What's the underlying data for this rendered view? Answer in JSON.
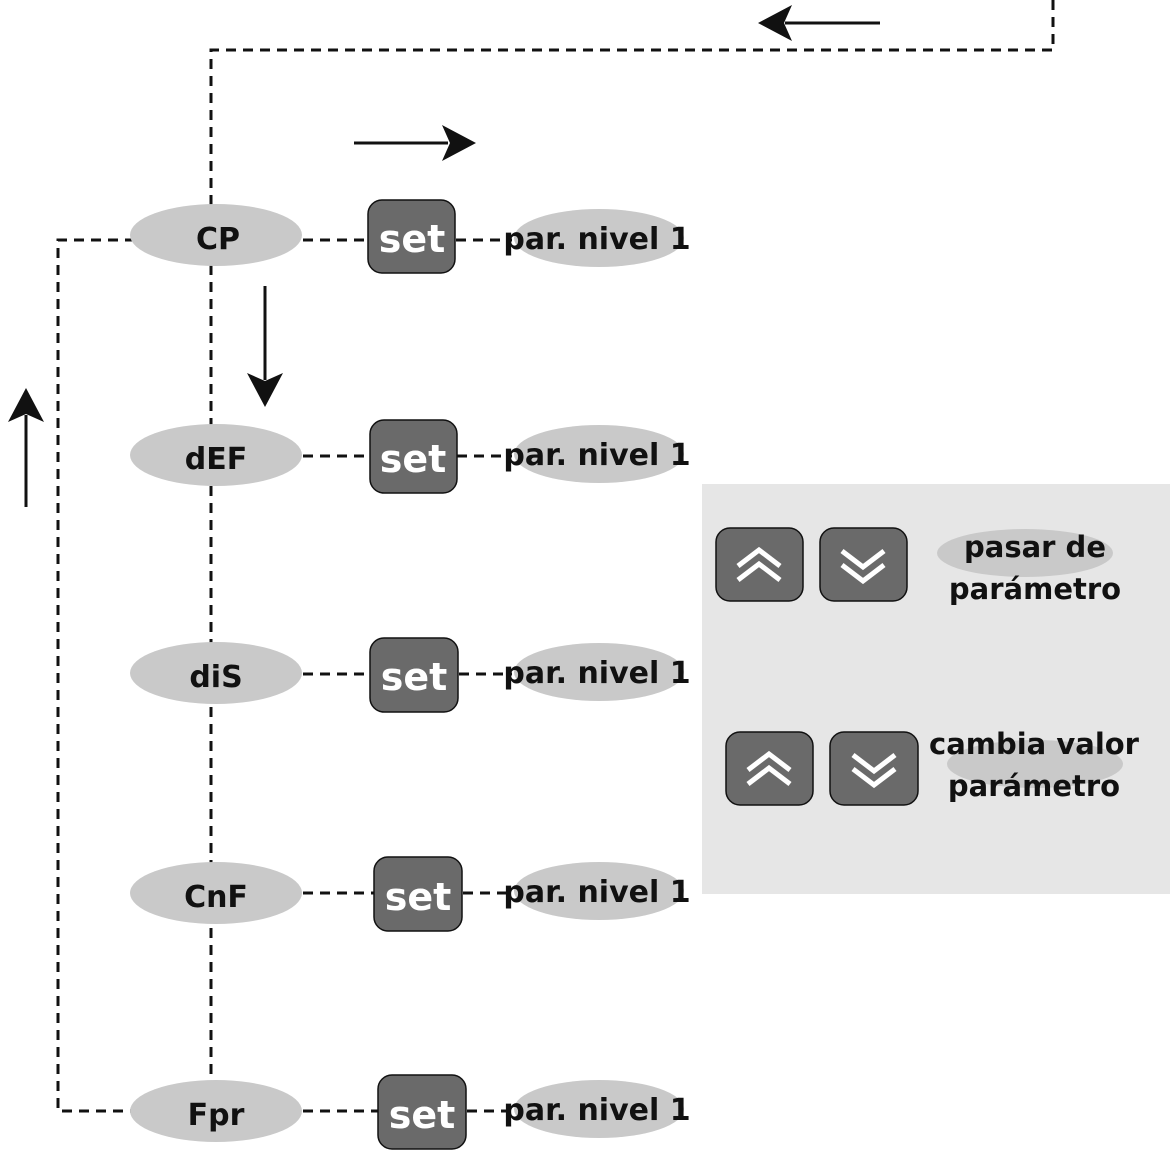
{
  "menu_items": [
    {
      "code": "CP",
      "set_label": "set",
      "param_label": "par. nivel 1"
    },
    {
      "code": "dEF",
      "set_label": "set",
      "param_label": "par. nivel 1"
    },
    {
      "code": "diS",
      "set_label": "set",
      "param_label": "par. nivel 1"
    },
    {
      "code": "CnF",
      "set_label": "set",
      "param_label": "par. nivel 1"
    },
    {
      "code": "Fpr",
      "set_label": "set",
      "param_label": "par. nivel 1"
    }
  ],
  "legend": {
    "row1_line1": "pasar de",
    "row1_line2": "parámetro",
    "row2_line1": "cambia valor",
    "row2_line2": "parámetro"
  },
  "colors": {
    "oval_fill": "#c9c9c9",
    "button_fill": "#6a6a6a",
    "legend_panel": "#e6e6e6"
  }
}
